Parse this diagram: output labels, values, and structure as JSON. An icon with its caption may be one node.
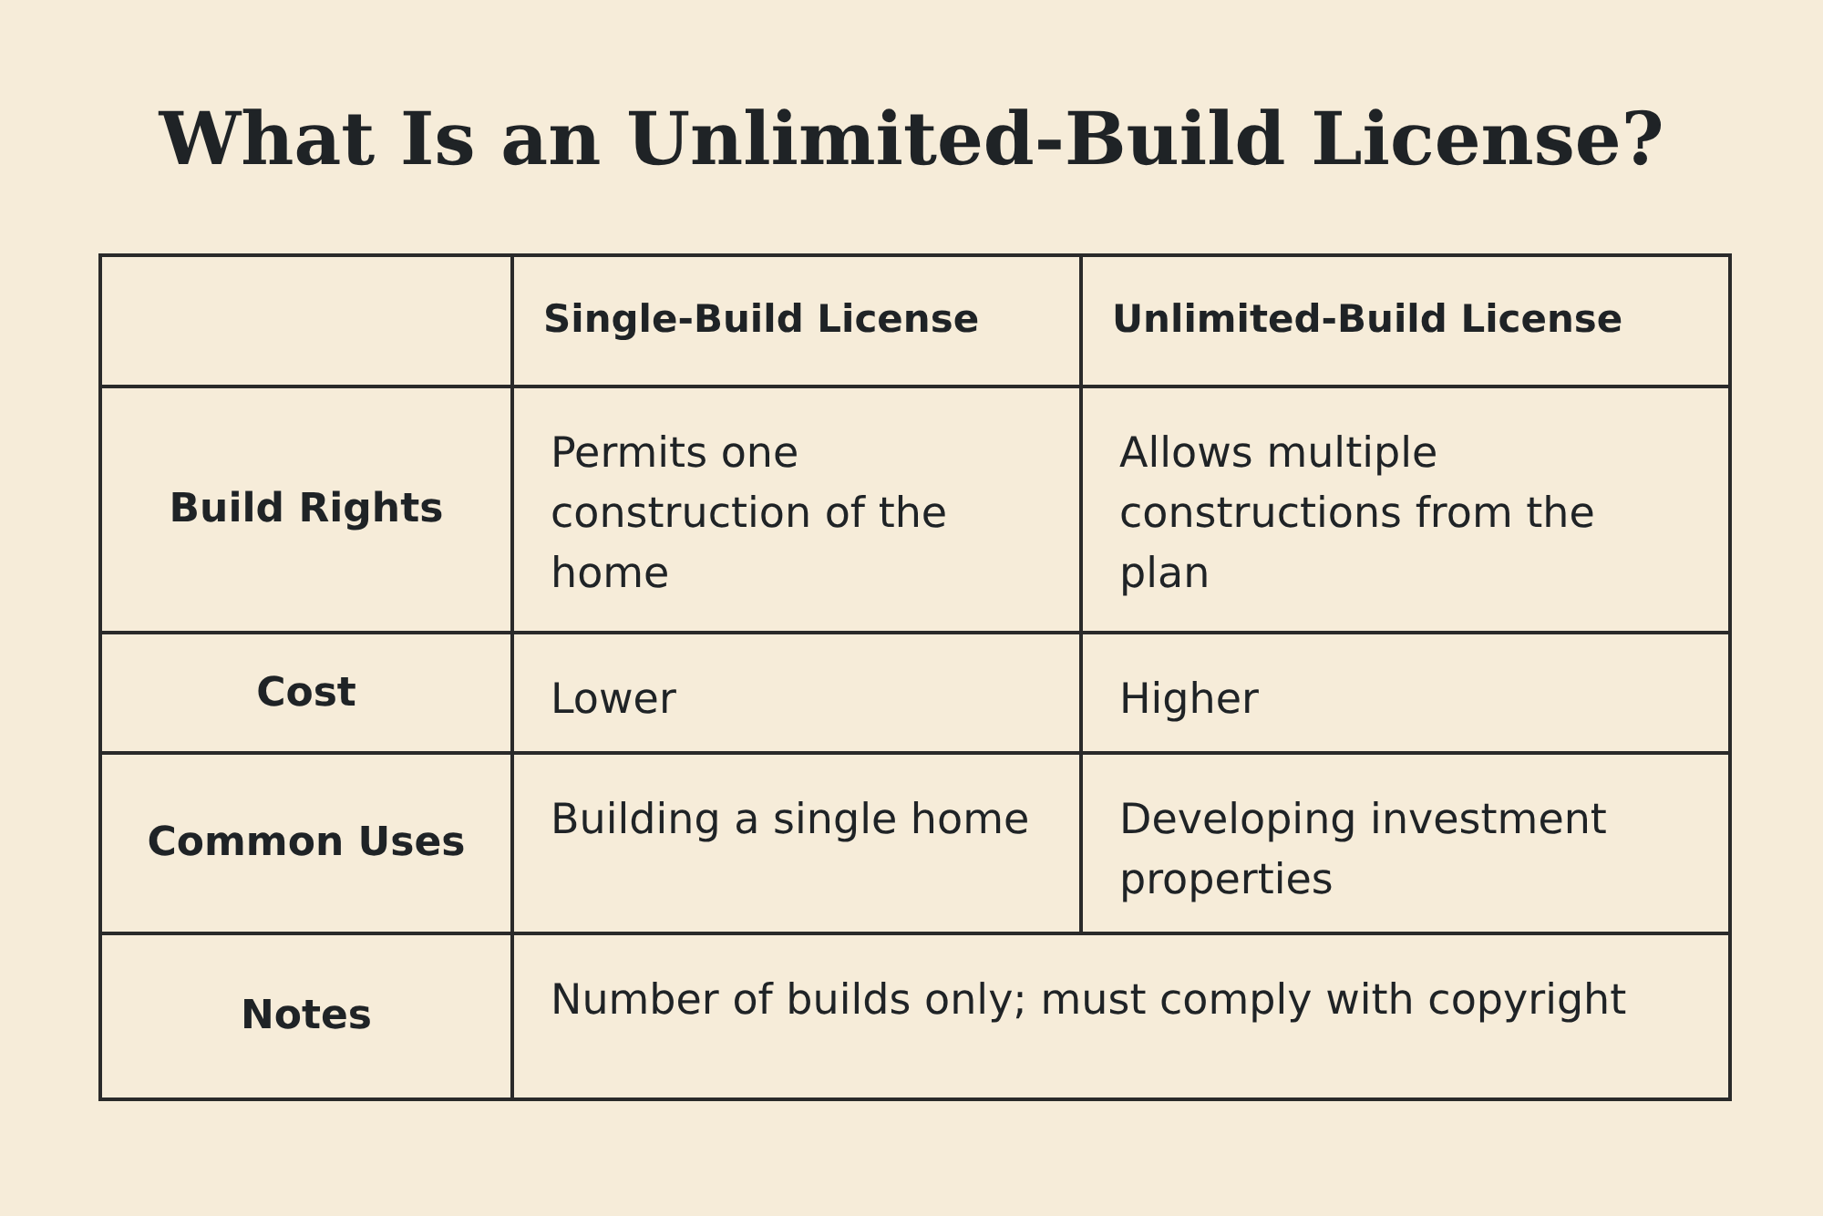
{
  "diagram": {
    "title": "What Is an Unlimited-Build License?",
    "labels": [
      "Single-Build License",
      "Unlimited-Build License",
      "Build Rights",
      "Permits one construction of the home",
      "Allows multiple constructions from the plan",
      "Cost",
      "Lower",
      "Higher",
      "Common Uses",
      "Building a single home",
      "Developing investment properties",
      "Notes",
      "Number of builds only; must comply with copyright"
    ]
  }
}
